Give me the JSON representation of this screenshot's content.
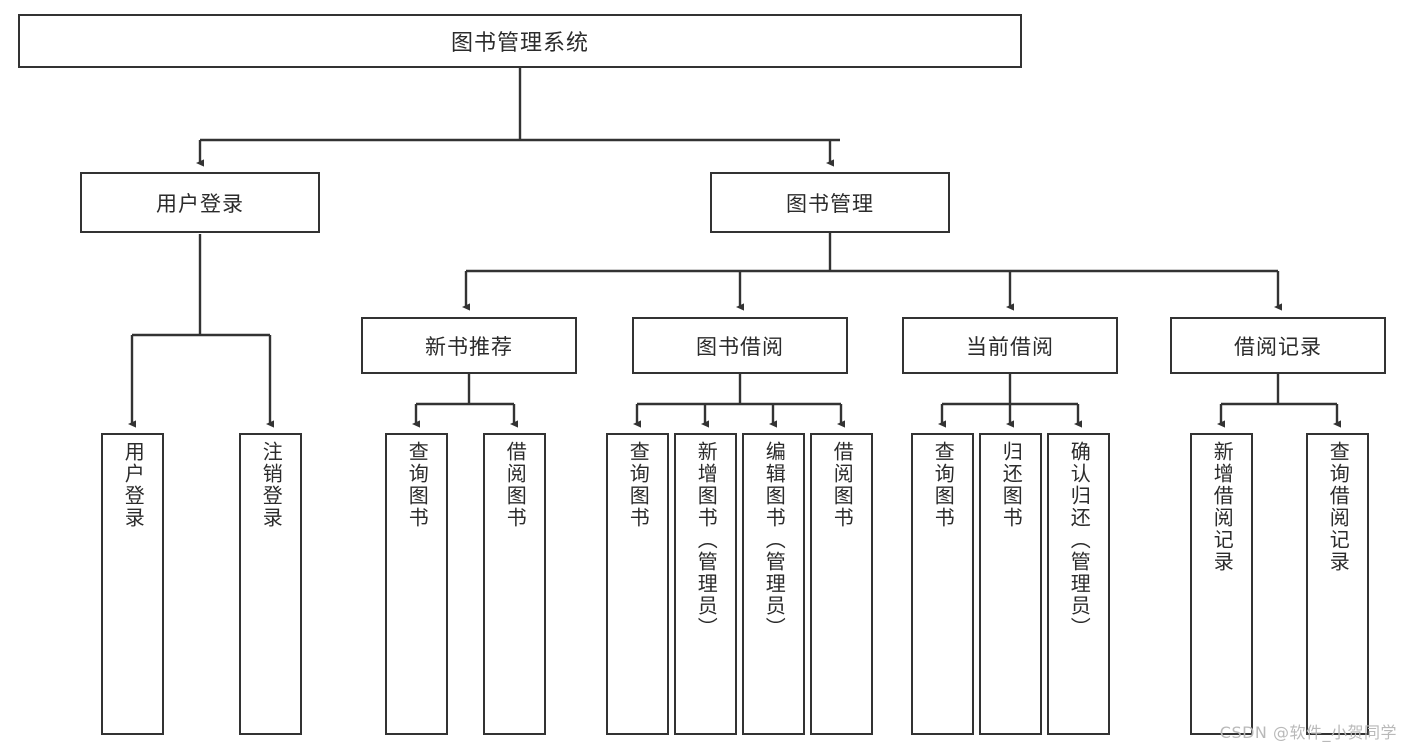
{
  "diagram": {
    "title": "图书管理系统",
    "type": "tree-hierarchy",
    "root": {
      "label": "图书管理系统"
    },
    "level2": [
      {
        "label": "用户登录"
      },
      {
        "label": "图书管理"
      }
    ],
    "level3": [
      {
        "label": "新书推荐",
        "parent": "图书管理"
      },
      {
        "label": "图书借阅",
        "parent": "图书管理"
      },
      {
        "label": "当前借阅",
        "parent": "图书管理"
      },
      {
        "label": "借阅记录",
        "parent": "图书管理"
      }
    ],
    "leaves": {
      "user_login": [
        {
          "label": "用户登录"
        },
        {
          "label": "注销登录"
        }
      ],
      "new_book_recommend": [
        {
          "label": "查询图书"
        },
        {
          "label": "借阅图书"
        }
      ],
      "book_borrow": [
        {
          "label": "查询图书"
        },
        {
          "label": "新增图书（管理员）"
        },
        {
          "label": "编辑图书（管理员）"
        },
        {
          "label": "借阅图书"
        }
      ],
      "current_borrow": [
        {
          "label": "查询图书"
        },
        {
          "label": "归还图书"
        },
        {
          "label": "确认归还（管理员）"
        }
      ],
      "borrow_record": [
        {
          "label": "新增借阅记录"
        },
        {
          "label": "查询借阅记录"
        }
      ]
    }
  },
  "watermark": {
    "text": "CSDN @软件_小贺同学"
  },
  "colors": {
    "border": "#333333",
    "text": "#2b2b2b",
    "background": "#ffffff",
    "watermark": "#b9b9b9"
  }
}
